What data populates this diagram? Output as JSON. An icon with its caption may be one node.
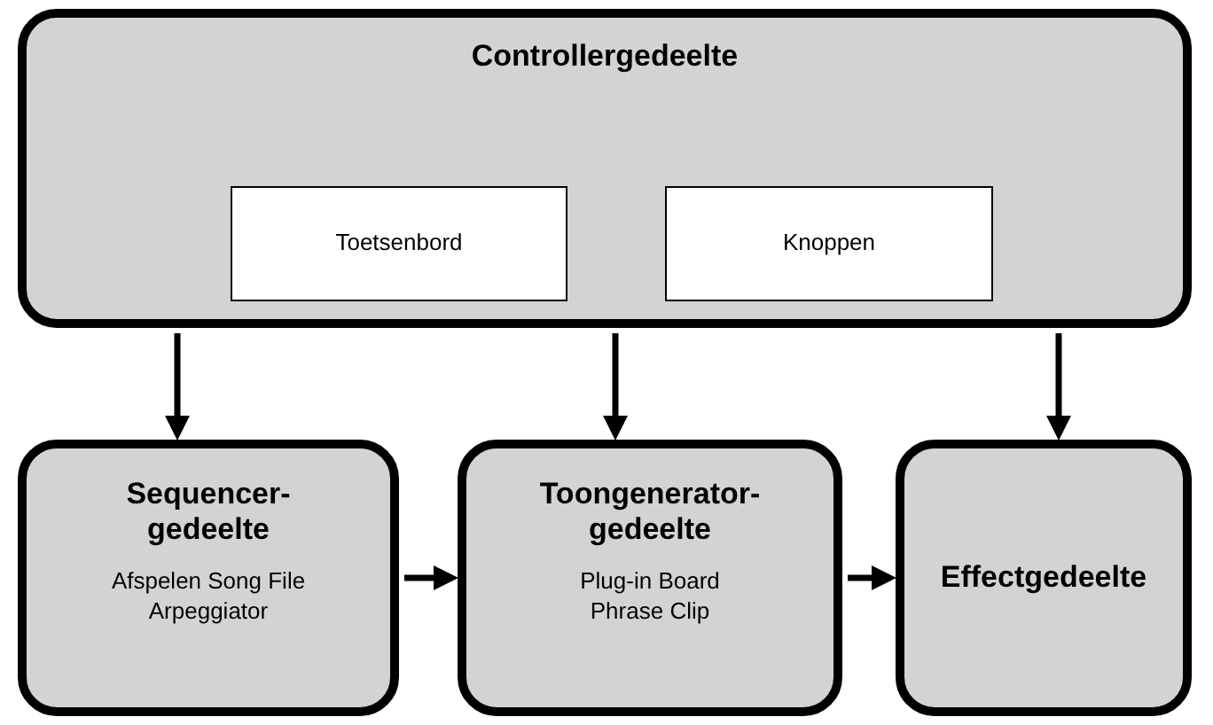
{
  "diagram": {
    "nodes": [
      {
        "text": [
          "Controllergedeelte"
        ]
      },
      {
        "text": [
          "Toetsenbord"
        ],
        "in": 0
      },
      {
        "text": [
          "Knoppen"
        ],
        "in": 0
      },
      {
        "text": [
          "Sequencer-gedeelte",
          "Afspelen Song File Arpeggiator"
        ]
      },
      {
        "text": [
          "Toongenerator-gedeelte",
          "Plug-in Board Phrase Clip"
        ]
      },
      {
        "text": [
          "Effectgedeelte"
        ]
      }
    ],
    "edges": [
      {
        "from": 0,
        "to": 3,
        "arrow": "to"
      },
      {
        "from": 0,
        "to": 4,
        "arrow": "to"
      },
      {
        "from": 0,
        "to": 5,
        "arrow": "to"
      },
      {
        "from": 3,
        "to": 4,
        "arrow": "to"
      },
      {
        "from": 4,
        "to": 5,
        "arrow": "to"
      }
    ]
  }
}
